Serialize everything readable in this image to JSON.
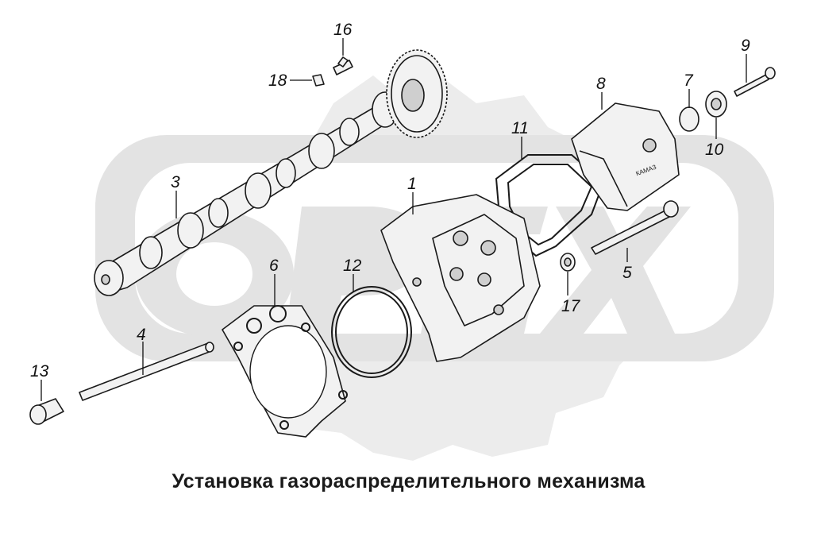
{
  "caption": "Установка газораспределительного механизма",
  "watermark_text": "OPEX",
  "watermark_color": "#d9d9d9",
  "line_color": "#1a1a1a",
  "callouts": {
    "c1": "1",
    "c3": "3",
    "c4": "4",
    "c5": "5",
    "c6": "6",
    "c7": "7",
    "c8": "8",
    "c9": "9",
    "c10": "10",
    "c11": "11",
    "c12": "12",
    "c13": "13",
    "c16": "16",
    "c17": "17",
    "c18": "18"
  },
  "cover_brand": "КАМАЗ"
}
